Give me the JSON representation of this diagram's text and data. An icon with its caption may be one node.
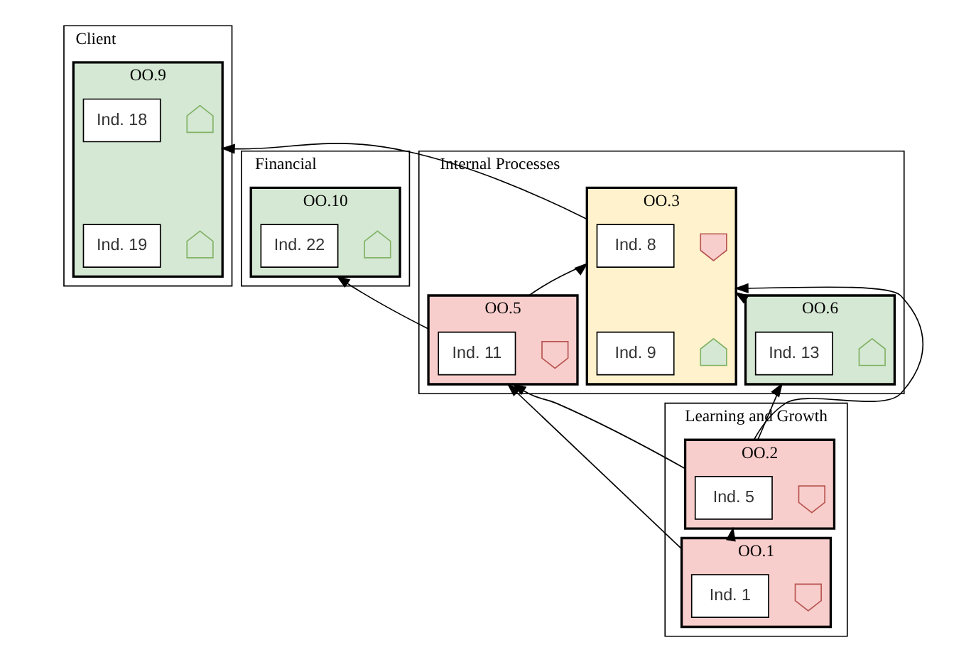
{
  "diagram": {
    "nodes": [
      {
        "text": [
          "Client"
        ]
      },
      {
        "text": [
          "Financial"
        ]
      },
      {
        "text": [
          "Internal Processes"
        ]
      },
      {
        "text": [
          "Learning and Growth"
        ]
      },
      {
        "text": [
          "OO.9"
        ],
        "in": 0
      },
      {
        "text": [
          "Ind. 18"
        ],
        "in": 4
      },
      {
        "text": [],
        "shape": "arrow-up",
        "in": 4
      },
      {
        "text": [
          "Ind. 19"
        ],
        "in": 4
      },
      {
        "text": [],
        "shape": "arrow-up",
        "in": 4
      },
      {
        "text": [
          "OO.10"
        ],
        "in": 1
      },
      {
        "text": [
          "Ind. 22"
        ],
        "in": 9
      },
      {
        "text": [],
        "shape": "arrow-up",
        "in": 9
      },
      {
        "text": [
          "OO.6"
        ],
        "in": 2
      },
      {
        "text": [
          "Ind. 13"
        ],
        "in": 12
      },
      {
        "text": [],
        "shape": "arrow-up",
        "in": 12
      },
      {
        "text": [
          "OO.3"
        ],
        "in": 2
      },
      {
        "text": [
          "Ind. 8"
        ],
        "in": 15
      },
      {
        "text": [],
        "shape": "arrow-down",
        "in": 15
      },
      {
        "text": [
          "Ind. 9"
        ],
        "in": 15
      },
      {
        "text": [],
        "shape": "arrow-up",
        "in": 15
      },
      {
        "text": [
          "OO.5"
        ],
        "in": 2
      },
      {
        "text": [
          "Ind. 11"
        ],
        "in": 20
      },
      {
        "text": [],
        "shape": "arrow-down",
        "in": 20
      },
      {
        "text": [
          "OO.2"
        ],
        "in": 3
      },
      {
        "text": [
          "Ind. 5"
        ],
        "in": 23
      },
      {
        "text": [],
        "shape": "arrow-down",
        "in": 23
      },
      {
        "text": [
          "OO.1"
        ],
        "in": 3
      },
      {
        "text": [
          "Ind. 1"
        ],
        "in": 26
      },
      {
        "text": [],
        "shape": "arrow-down",
        "in": 26
      }
    ],
    "edges": [
      {
        "from": 15,
        "to": 4,
        "arrow": "to"
      },
      {
        "from": 12,
        "to": 15,
        "arrow": "to"
      },
      {
        "from": 20,
        "to": 15,
        "arrow": "to"
      },
      {
        "from": 20,
        "to": 9,
        "arrow": "to"
      },
      {
        "from": 23,
        "to": 12,
        "arrow": "to"
      },
      {
        "from": 23,
        "to": 15,
        "arrow": "to"
      },
      {
        "from": 23,
        "to": 20,
        "arrow": "to"
      },
      {
        "from": 26,
        "to": 23,
        "arrow": "to"
      },
      {
        "from": 26,
        "to": 20,
        "arrow": "to"
      }
    ]
  }
}
